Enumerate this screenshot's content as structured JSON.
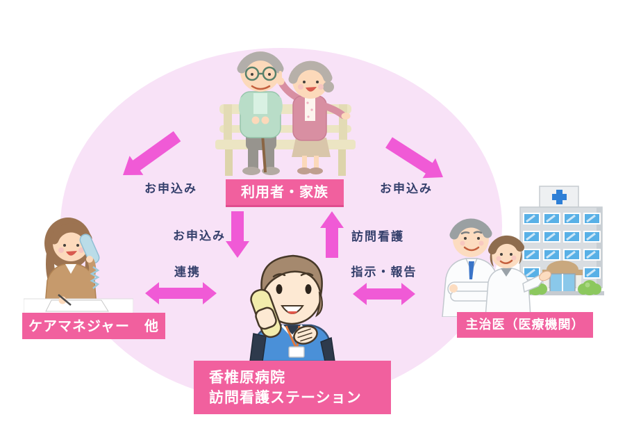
{
  "diagram": {
    "nodes": {
      "users_family": "利用者・家族",
      "care_manager": "ケアマネジャー　他",
      "primary_doctor": "主治医（医療機関）",
      "station_line1": "香椎原病院",
      "station_line2": "訪問看護ステーション"
    },
    "edge_labels": {
      "apply_top_left": "お申込み",
      "apply_top_right": "お申込み",
      "apply_center": "お申込み",
      "visiting_nursing": "訪問看護",
      "cooperation": "連携",
      "instruction_report": "指示・報告"
    },
    "illustrations": {
      "top_center": "elderly-couple-on-bench",
      "left": "care-manager-on-phone-writing",
      "center": "nurse-on-phone",
      "right": "two-doctors-and-hospital"
    },
    "colors": {
      "ellipse_bg": "#f8e2f7",
      "arrow": "#f05ad6",
      "node_bg": "#f1609e",
      "node_text": "#ffffff",
      "edge_text": "#343f6b"
    }
  }
}
